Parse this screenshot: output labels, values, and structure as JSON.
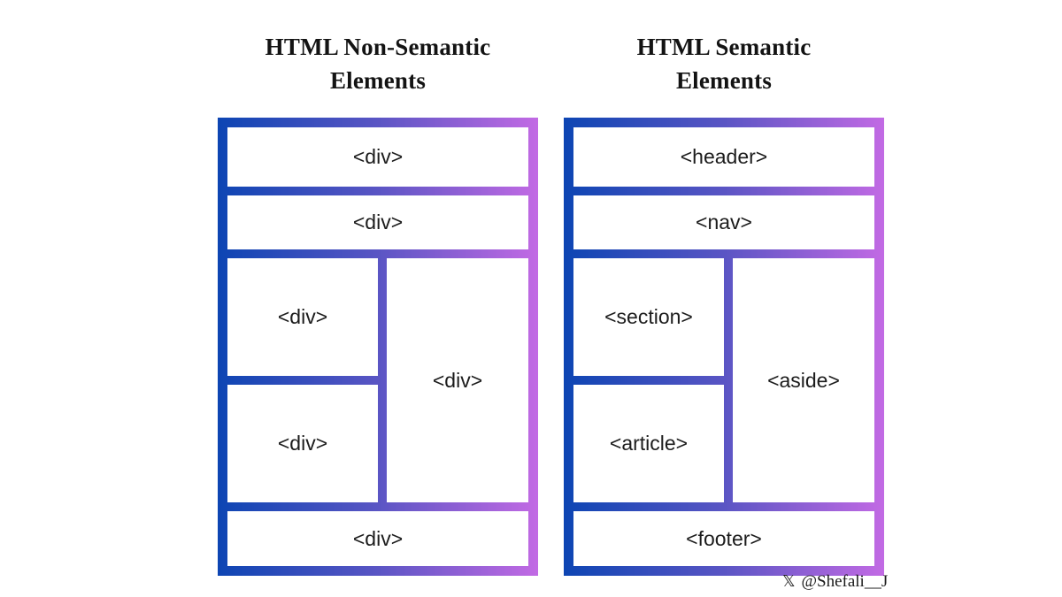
{
  "colors": {
    "gradient_start": "#0d45b3",
    "gradient_mid": "#5a55c4",
    "gradient_end": "#c26ae4",
    "box_background": "#ffffff",
    "label_text": "#1c1c1c",
    "title_text": "#131313"
  },
  "diagrams": [
    {
      "title_line1": "HTML Non-Semantic",
      "title_line2": "Elements",
      "boxes": {
        "top": "<div>",
        "nav": "<div>",
        "left_upper": "<div>",
        "left_lower": "<div>",
        "right_tall": "<div>",
        "bottom": "<div>"
      }
    },
    {
      "title_line1": "HTML Semantic",
      "title_line2": "Elements",
      "boxes": {
        "top": "<header>",
        "nav": "<nav>",
        "left_upper": "<section>",
        "left_lower": "<article>",
        "right_tall": "<aside>",
        "bottom": "<footer>"
      }
    }
  ],
  "watermark": {
    "icon": "𝕏",
    "handle": "@Shefali__J"
  }
}
